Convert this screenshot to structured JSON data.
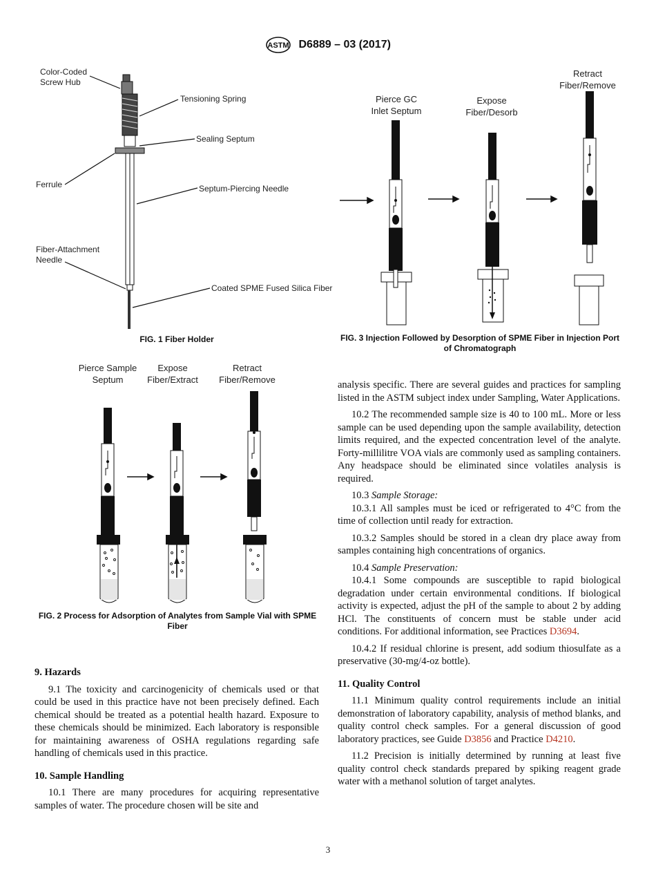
{
  "header": {
    "logo_text": "ASTM",
    "designation": "D6889 – 03 (2017)"
  },
  "fig1": {
    "caption": "FIG. 1 Fiber Holder",
    "labels": {
      "color_coded": "Color-Coded\nScrew Hub",
      "tensioning_spring": "Tensioning Spring",
      "sealing_septum": "Sealing Septum",
      "ferrule": "Ferrule",
      "septum_needle": "Septum-Piercing Needle",
      "fiber_attachment": "Fiber-Attachment\nNeedle",
      "coated_fiber": "Coated SPME Fused Silica Fiber"
    }
  },
  "fig2": {
    "caption": "FIG. 2 Process for Adsorption of Analytes from Sample Vial with SPME Fiber",
    "stages": [
      "Pierce Sample\nSeptum",
      "Expose\nFiber/Extract",
      "Retract\nFiber/Remove"
    ]
  },
  "fig3": {
    "caption": "FIG. 3 Injection Followed by Desorption of SPME Fiber in Injection Port of Chromatograph",
    "stages": [
      "Pierce GC\nInlet Septum",
      "Expose\nFiber/Desorb",
      "Retract\nFiber/Remove"
    ]
  },
  "left_col": {
    "s9_heading": "9. Hazards",
    "p9_1": "9.1 The toxicity and carcinogenicity of chemicals used or that could be used in this practice have not been precisely defined. Each chemical should be treated as a potential health hazard. Exposure to these chemicals should be minimized. Each laboratory is responsible for maintaining awareness of OSHA regulations regarding safe handling of chemicals used in this practice.",
    "s10_heading": "10. Sample Handling",
    "p10_1": "10.1 There are many procedures for acquiring representative samples of water. The procedure chosen will be site and"
  },
  "right_col": {
    "p_cont": "analysis specific. There are several guides and practices for sampling listed in the ASTM subject index under Sampling, Water Applications.",
    "p10_2": "10.2 The recommended sample size is 40 to 100 mL. More or less sample can be used depending upon the sample availability, detection limits required, and the expected concentration level of the analyte. Forty-millilitre VOA vials are commonly used as sampling containers. Any headspace should be eliminated since volatiles analysis is required.",
    "p10_3_num": "10.3",
    "p10_3_title": "Sample Storage:",
    "p10_3_1": "10.3.1 All samples must be iced or refrigerated to 4°C from the time of collection until ready for extraction.",
    "p10_3_2": "10.3.2 Samples should be stored in a clean dry place away from samples containing high concentrations of organics.",
    "p10_4_num": "10.4",
    "p10_4_title": "Sample Preservation:",
    "p10_4_1": "10.4.1 Some compounds are susceptible to rapid biological degradation under certain environmental conditions. If biological activity is expected, adjust the pH of the sample to about 2 by adding HCl. The constituents of concern must be stable under acid conditions. For additional information, see Practices ",
    "p10_4_1_ref": "D3694",
    "p10_4_2": "10.4.2 If residual chlorine is present, add sodium thiosulfate as a preservative (30-mg/4-oz bottle).",
    "s11_heading": "11. Quality Control",
    "p11_1_a": "11.1 Minimum quality control requirements include an initial demonstration of laboratory capability, analysis of method blanks, and quality control check samples. For a general discussion of good laboratory practices, see Guide ",
    "p11_1_ref1": "D3856",
    "p11_1_b": " and Practice ",
    "p11_1_ref2": "D4210",
    "p11_2": "11.2 Precision is initially determined by running at least five quality control check standards prepared by spiking reagent grade water with a methanol solution of target analytes."
  },
  "page_number": "3"
}
